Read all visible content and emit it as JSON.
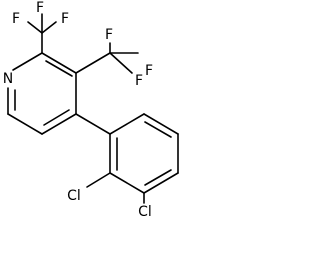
{
  "molecule": {
    "atoms": {
      "ring_nitrogen": "N",
      "f1": "F",
      "f2": "F",
      "f3": "F",
      "f4": "F",
      "f5": "F",
      "f6": "F",
      "cl1": "Cl",
      "cl2": "Cl"
    }
  }
}
